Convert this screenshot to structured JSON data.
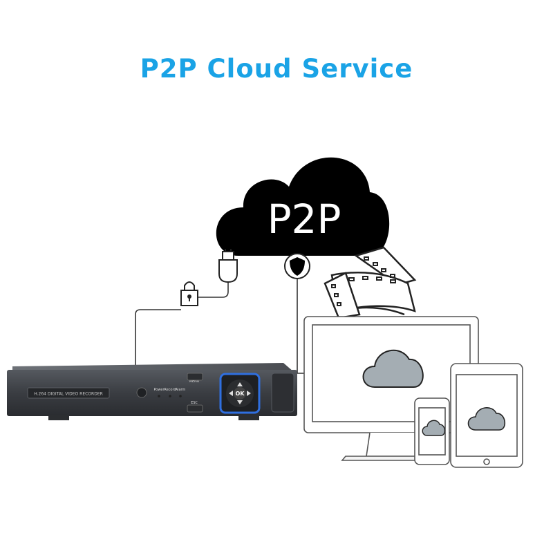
{
  "header": {
    "title": "P2P Cloud Service"
  },
  "cloud": {
    "label": "P2P"
  },
  "dvr": {
    "model_label": "H.264 DIGITAL VIDEO RECORDER",
    "indicators": [
      "Power",
      "Record",
      "Alarm"
    ],
    "menu_label": "MENU",
    "esc_label": "ESC",
    "ok_label": "OK"
  },
  "colors": {
    "title": "#1aa3e6",
    "cloud": "#000000",
    "device_cloud": "#a4adb3",
    "dvr_body": "#3c3f44",
    "dpad_ring": "#2f6fe0"
  },
  "icons": [
    "lock-icon",
    "plug-icon",
    "shield-icon",
    "film-strip-icon"
  ]
}
